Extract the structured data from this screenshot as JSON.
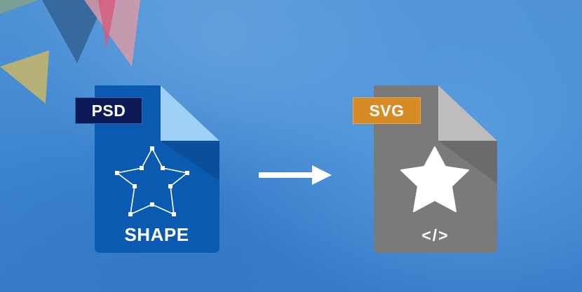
{
  "psd_file": {
    "badge_label": "PSD",
    "caption": "SHAPE",
    "icon": "vector-star-outline-icon"
  },
  "svg_file": {
    "badge_label": "SVG",
    "caption": "</>",
    "icon": "star-icon"
  },
  "arrow": {
    "icon": "arrow-right-icon"
  },
  "colors": {
    "psd_page": "#0a5ab2",
    "psd_badge": "#0c1b57",
    "svg_page": "#7a7a7a",
    "svg_badge": "#d88a24",
    "arrow": "#ffffff"
  }
}
